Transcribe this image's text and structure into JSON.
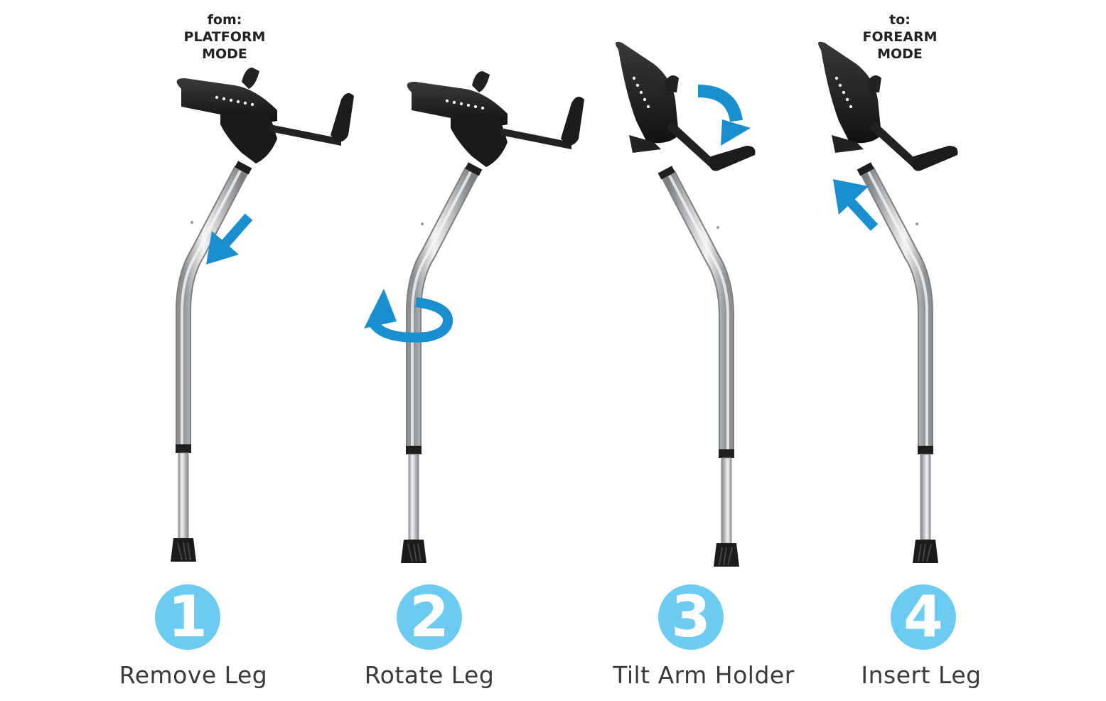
{
  "from_label": {
    "line1": "fom:",
    "line2": "PLATFORM",
    "line3": "MODE"
  },
  "to_label": {
    "line1": "to:",
    "line2": "FOREARM",
    "line3": "MODE"
  },
  "steps": [
    {
      "number": "1",
      "label": "Remove Leg"
    },
    {
      "number": "2",
      "label": "Rotate Leg"
    },
    {
      "number": "3",
      "label": "Tilt Arm Holder"
    },
    {
      "number": "4",
      "label": "Insert Leg"
    }
  ],
  "colors": {
    "arrow": "#1a8fd0",
    "badge": "#6ccbf1",
    "cuff": "#1c1c1c",
    "tube": "#c4c6c8"
  },
  "icons": [
    "arrow-down-left-icon",
    "rotate-icon",
    "curved-arrow-icon",
    "arrow-up-left-icon"
  ]
}
